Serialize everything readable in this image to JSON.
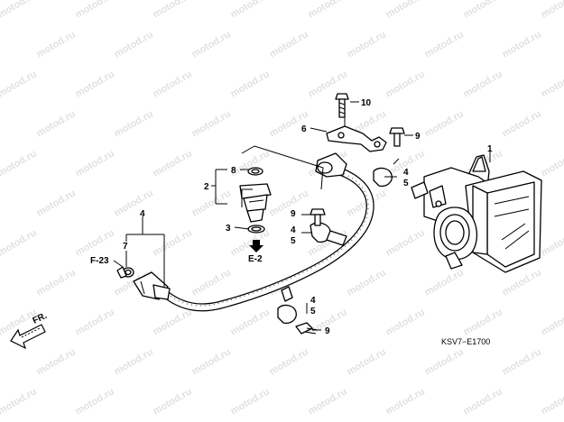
{
  "watermark": "motod.ru",
  "diagram_code": "KSV7−E1700",
  "direction_label": "FR.",
  "callouts": {
    "c1": "1",
    "c2": "2",
    "c3": "3",
    "c4a": "4",
    "c4b": "4",
    "c4c": "4",
    "c5a": "5",
    "c5b": "5",
    "c5c": "5",
    "c6": "6",
    "c7": "7",
    "c8": "8",
    "c9a": "9",
    "c9b": "9",
    "c9c": "9",
    "c10": "10"
  },
  "refs": {
    "e2": "E-2",
    "f23": "F-23"
  }
}
